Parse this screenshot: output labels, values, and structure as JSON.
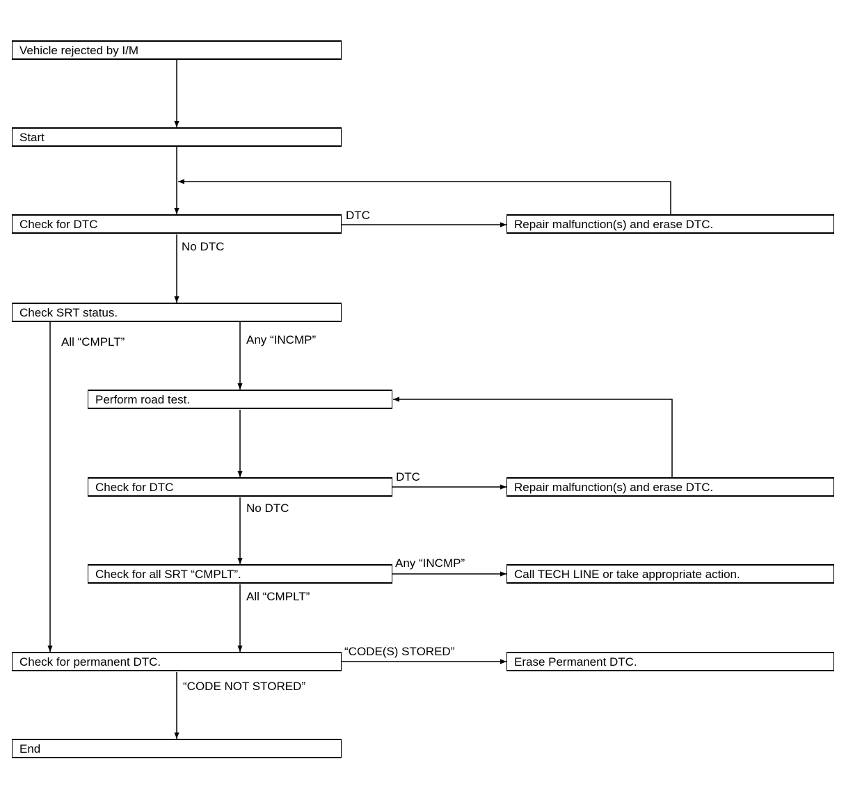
{
  "flowchart": {
    "nodes": {
      "vehicle_rejected": "Vehicle rejected by I/M",
      "start": "Start",
      "check_dtc_1": "Check for DTC",
      "repair_1": "Repair malfunction(s) and erase DTC.",
      "check_srt": "Check SRT status.",
      "road_test": "Perform road test.",
      "check_dtc_2": "Check for DTC",
      "repair_2": "Repair malfunction(s) and erase DTC.",
      "check_all_srt": "Check for all SRT “CMPLT”.",
      "call_tech_line": "Call TECH LINE or take appropriate action.",
      "check_permanent": "Check for permanent DTC.",
      "erase_permanent": "Erase Permanent DTC.",
      "end": "End"
    },
    "labels": {
      "dtc_1": "DTC",
      "no_dtc_1": "No DTC",
      "all_cmplt_1": "All “CMPLT”",
      "any_incmp_1": "Any “INCMP”",
      "dtc_2": "DTC",
      "no_dtc_2": "No DTC",
      "any_incmp_2": "Any “INCMP”",
      "all_cmplt_2": "All “CMPLT”",
      "codes_stored": "“CODE(S) STORED”",
      "code_not_stored": "“CODE NOT STORED”"
    }
  }
}
